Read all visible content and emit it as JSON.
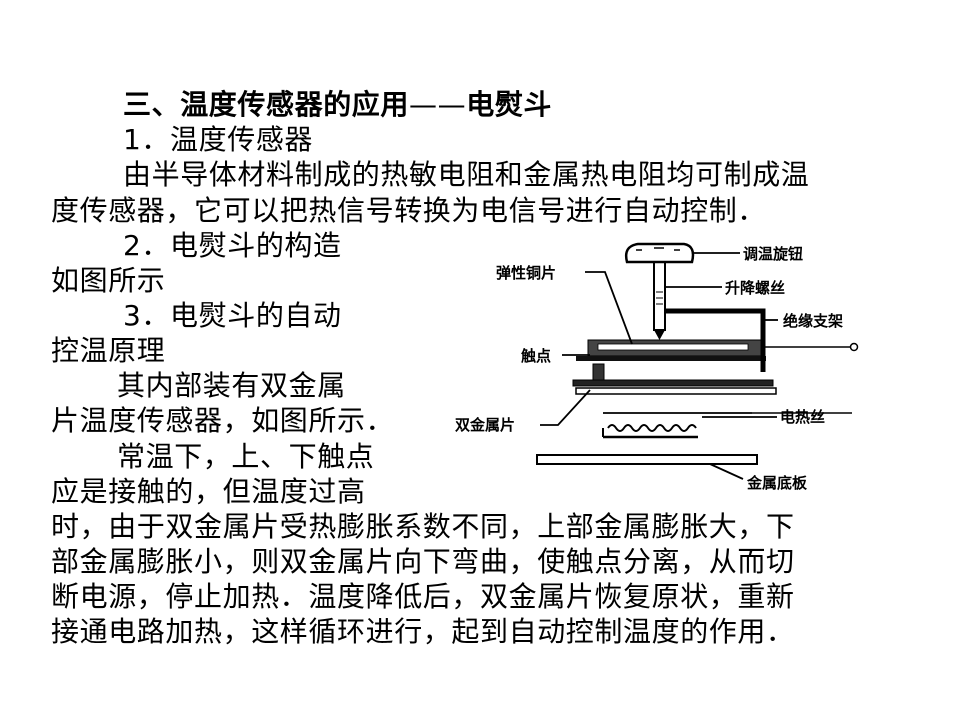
{
  "title": {
    "main": "三、温度传感器的应用",
    "dash": "——",
    "tail": "电熨斗"
  },
  "section1": {
    "heading": "1．温度传感器",
    "lines": [
      "由半导体材料制成的热敏电阻和金属热电阻均可制成温",
      "度传感器，它可以把热信号转换为电信号进行自动控制．"
    ]
  },
  "section2": {
    "heading": "2．电熨斗的构造",
    "lines": [
      "如图所示"
    ]
  },
  "section3": {
    "heading_lines": [
      "3．电熨斗的自动",
      "控温原理"
    ],
    "lines": [
      "其内部装有双金属",
      "片温度传感器，如图所示．",
      "常温下，上、下触点",
      "应是接触的，但温度过高",
      "时，由于双金属片受热膨胀系数不同，上部金属膨胀大，下",
      "部金属膨胀小，则双金属片向下弯曲，使触点分离，从而切",
      "断电源，停止加热．温度降低后，双金属片恢复原状，重新",
      "接通电路加热，这样循环进行，起到自动控制温度的作用．"
    ]
  },
  "diagram": {
    "labels": {
      "knob": "调温旋钮",
      "spring_copper": "弹性铜片",
      "screw": "升降螺丝",
      "bracket": "绝缘支架",
      "contact": "触点",
      "bimetal": "双金属片",
      "heater": "电热丝",
      "base": "金属底板"
    }
  }
}
